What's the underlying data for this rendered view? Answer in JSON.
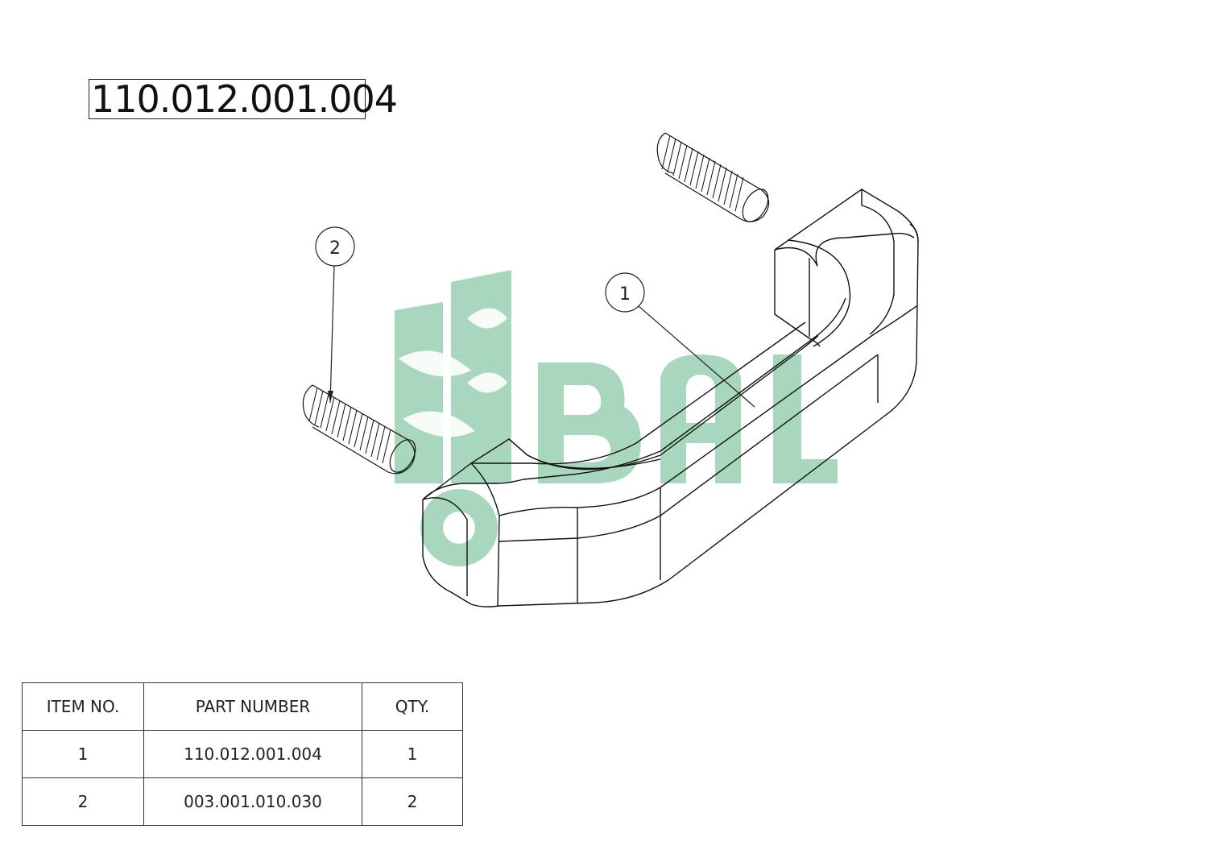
{
  "drawing": {
    "title": "110.012.001.004",
    "callouts": [
      "1",
      "2"
    ],
    "watermark": {
      "text": "BAL",
      "color": "#9fd3b6"
    }
  },
  "bom": {
    "headers": [
      "ITEM NO.",
      "PART NUMBER",
      "QTY."
    ],
    "rows": [
      [
        "1",
        "110.012.001.004",
        "1"
      ],
      [
        "2",
        "003.001.010.030",
        "2"
      ]
    ]
  }
}
